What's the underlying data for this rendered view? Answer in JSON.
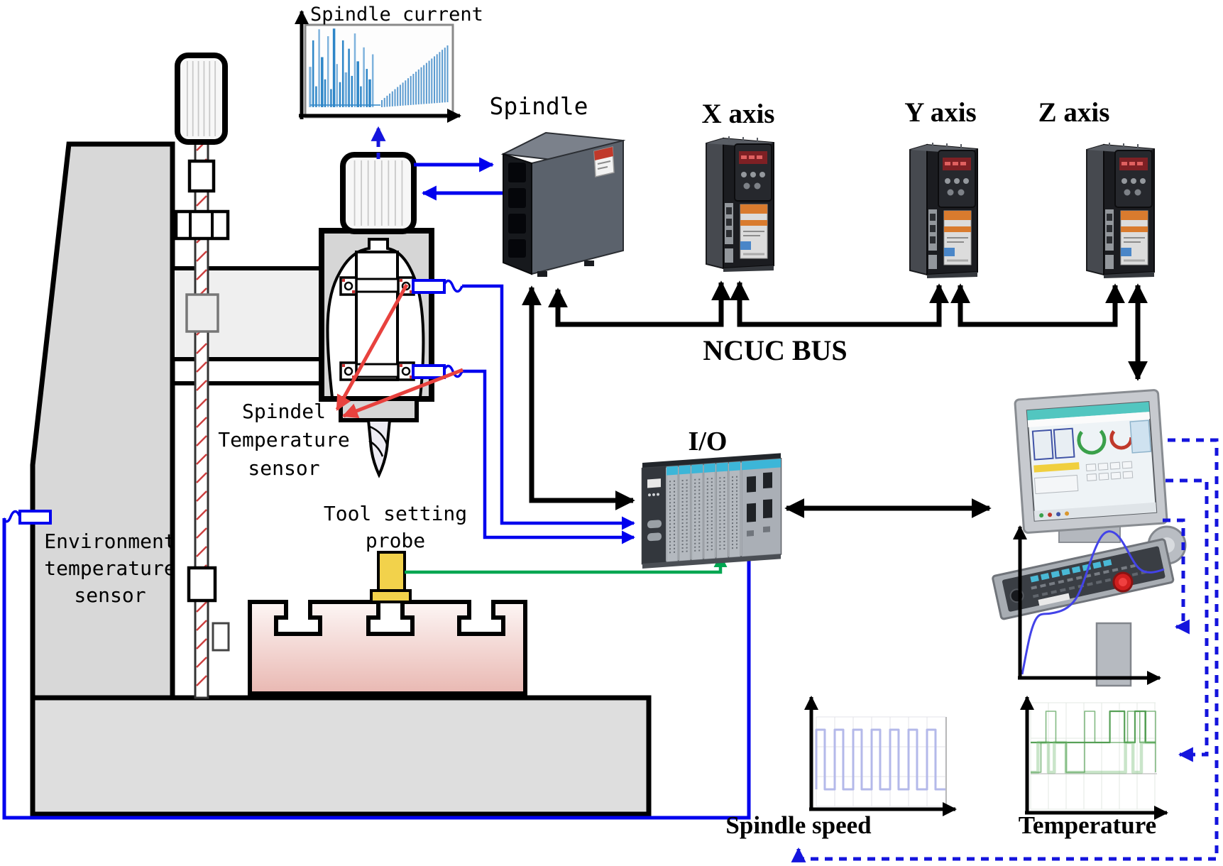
{
  "labels": {
    "spindle_current_chart": "Spindle current",
    "spindle_drive": "Spindle",
    "x_axis_drive": "X axis",
    "y_axis_drive": "Y axis",
    "z_axis_drive": "Z axis",
    "ncuc_bus": "NCUC BUS",
    "io_module": "I/O",
    "spindle_speed_chart": "Spindle speed",
    "temperature_chart": "Temperature",
    "spindle_temp_sensor": [
      "Spindel",
      "Temperature",
      "sensor"
    ],
    "tool_setting_probe": [
      "Tool setting",
      "probe"
    ],
    "environment_sensor": [
      "Environment",
      "temperature",
      "sensor"
    ]
  },
  "colors": {
    "signal_blue": "#0000ee",
    "dashed_blue": "#1414dd",
    "wire_green": "#00a651",
    "arrow_red": "#e8423e",
    "bus_black": "#000000",
    "current_trace": "#2e86c8",
    "current_trace_light": "#7fb3dd",
    "current_ramp": "#5b9bd0",
    "speed_trace": "#b4b9ea",
    "temp_trace": "#4f9c4f",
    "temp_trace_light": "#79bd79",
    "thermal_curve": "#4343e8",
    "probe_yellow": "#f2d24b",
    "table_pink": "#e9b8b2",
    "screw_hatch_red": "#cc4040"
  },
  "waveforms": {
    "spindle_current_left": [
      58,
      96,
      30,
      112,
      72,
      40,
      102,
      26,
      118,
      62,
      36,
      96,
      50,
      84,
      45,
      106,
      66,
      30,
      86,
      55,
      40,
      76
    ],
    "spindle_current_right": {
      "count": 26,
      "min": 10,
      "max": 80
    },
    "spindle_speed": {
      "periods": 7,
      "duty": 0.46
    },
    "temperature": {
      "seed": 11
    }
  }
}
